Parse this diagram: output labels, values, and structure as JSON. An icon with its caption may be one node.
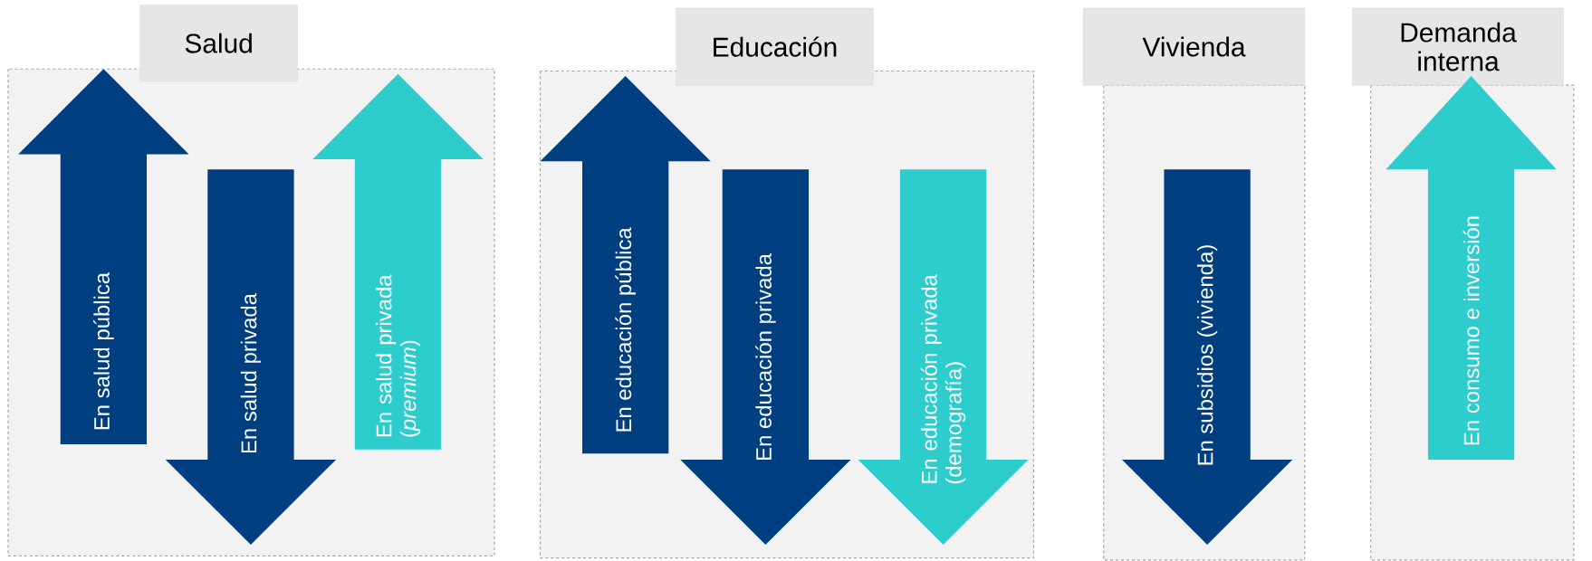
{
  "diagram": {
    "nodes": [
      {
        "text": [
          "Salud"
        ]
      },
      {
        "text": [
          "En salud pública"
        ],
        "in": 0
      },
      {
        "text": [
          "En salud privada"
        ],
        "in": 0
      },
      {
        "text": [
          "En salud privada (*premium*)"
        ],
        "in": 0
      },
      {
        "text": [
          "Educación"
        ]
      },
      {
        "text": [
          "En educación pública"
        ],
        "in": 4
      },
      {
        "text": [
          "En educación privada"
        ],
        "in": 4
      },
      {
        "text": [
          "En educación privada (demografía)"
        ],
        "in": 4
      },
      {
        "text": [
          "Vivienda"
        ]
      },
      {
        "text": [
          "En subsidios (vivienda)"
        ],
        "in": 8
      },
      {
        "text": [
          "Demanda interna"
        ]
      },
      {
        "text": [
          "En consumo e inversión"
        ],
        "in": 10
      }
    ]
  }
}
